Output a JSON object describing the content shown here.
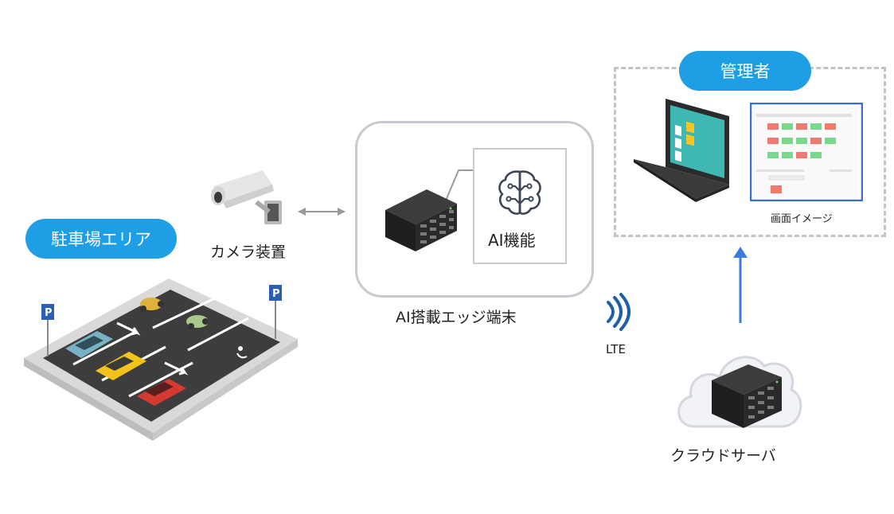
{
  "parking": {
    "title": "駐車場エリア"
  },
  "camera": {
    "label": "カメラ装置"
  },
  "edge": {
    "label": "AI搭載エッジ端末",
    "ai_label": "AI機能"
  },
  "lte": {
    "label": "LTE"
  },
  "admin": {
    "title": "管理者",
    "screen_label": "画面イメージ"
  },
  "cloud": {
    "label": "クラウドサーバ"
  },
  "colors": {
    "accent": "#1e9ee5",
    "arrow": "#3b7ddd",
    "border": "#c9c9cf"
  }
}
